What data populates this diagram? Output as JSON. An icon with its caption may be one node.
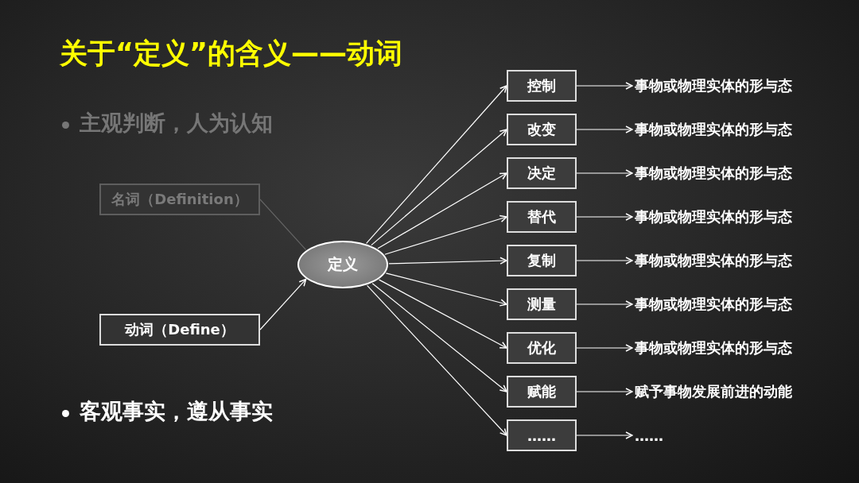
{
  "diagram": {
    "title": "关于“定义”的含义——动词",
    "nodes": [
      {
        "text": [
          "名词（Definition）"
        ]
      },
      {
        "text": [
          "动词（Define）"
        ]
      },
      {
        "text": [
          "定义"
        ]
      },
      {
        "text": [
          "控制"
        ]
      },
      {
        "text": [
          "改变"
        ]
      },
      {
        "text": [
          "决定"
        ]
      },
      {
        "text": [
          "替代"
        ]
      },
      {
        "text": [
          "复制"
        ]
      },
      {
        "text": [
          "测量"
        ]
      },
      {
        "text": [
          "优化"
        ]
      },
      {
        "text": [
          "赋能"
        ]
      },
      {
        "text": [
          "……"
        ]
      },
      {
        "text": [
          "事物或物理实体的形与态"
        ]
      },
      {
        "text": [
          "事物或物理实体的形与态"
        ]
      },
      {
        "text": [
          "事物或物理实体的形与态"
        ]
      },
      {
        "text": [
          "事物或物理实体的形与态"
        ]
      },
      {
        "text": [
          "事物或物理实体的形与态"
        ]
      },
      {
        "text": [
          "事物或物理实体的形与态"
        ]
      },
      {
        "text": [
          "事物或物理实体的形与态"
        ]
      },
      {
        "text": [
          "赋予事物发展前进的动能"
        ]
      },
      {
        "text": [
          "……"
        ]
      }
    ],
    "edges": [
      {
        "from": 0,
        "to": 2,
        "arrow": "none",
        "color": "#666666"
      },
      {
        "from": 1,
        "to": 2,
        "arrow": "to"
      },
      {
        "from": 2,
        "to": 3,
        "arrow": "to"
      },
      {
        "from": 2,
        "to": 4,
        "arrow": "to"
      },
      {
        "from": 2,
        "to": 5,
        "arrow": "to"
      },
      {
        "from": 2,
        "to": 6,
        "arrow": "to"
      },
      {
        "from": 2,
        "to": 7,
        "arrow": "to"
      },
      {
        "from": 2,
        "to": 8,
        "arrow": "to"
      },
      {
        "from": 2,
        "to": 9,
        "arrow": "to"
      },
      {
        "from": 2,
        "to": 10,
        "arrow": "to"
      },
      {
        "from": 2,
        "to": 11,
        "arrow": "to"
      },
      {
        "from": 3,
        "to": 12,
        "arrow": "to"
      },
      {
        "from": 4,
        "to": 13,
        "arrow": "to"
      },
      {
        "from": 5,
        "to": 14,
        "arrow": "to"
      },
      {
        "from": 6,
        "to": 15,
        "arrow": "to"
      },
      {
        "from": 7,
        "to": 16,
        "arrow": "to"
      },
      {
        "from": 8,
        "to": 17,
        "arrow": "to"
      },
      {
        "from": 9,
        "to": 18,
        "arrow": "to"
      },
      {
        "from": 10,
        "to": 19,
        "arrow": "to"
      },
      {
        "from": 11,
        "to": 20,
        "arrow": "to"
      }
    ],
    "labels": [
      "主观判断，人为认知",
      "客观事实，遵从事实"
    ]
  }
}
